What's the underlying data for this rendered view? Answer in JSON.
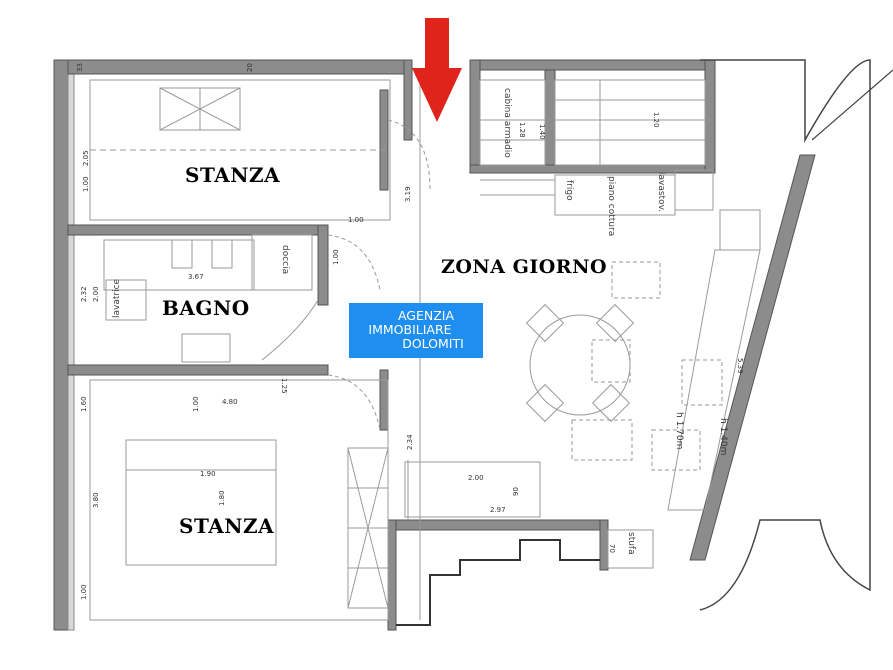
{
  "rooms": {
    "stanza_top": "STANZA",
    "bagno": "BAGNO",
    "zona_giorno": "ZONA GIORNO",
    "stanza_bottom": "STANZA"
  },
  "badge": {
    "line1": "AGENZIA",
    "line2": "IMMOBILIARE",
    "line3": "DOLOMITI"
  },
  "fixtures": {
    "doccia": "doccia",
    "lavatrice": "lavatrice",
    "cabina_armadio": "cabina armadio",
    "frigo": "frigo",
    "piano_cottura": "piano cottura",
    "lavastoviglie": "lavastov.",
    "stufa": "stufa"
  },
  "dimensions": {
    "d_2_05": "2.05",
    "d_1_00_a": "1.00",
    "d_3_19": "3.19",
    "d_1_00_b": "1.00",
    "d_1_00_c": "1.00",
    "d_2_32": "2.32",
    "d_2_00_v": "2.00",
    "d_3_67": "3.67",
    "d_1_25": "1.25",
    "d_1_60": "1.60",
    "d_4_80": "4.80",
    "d_1_00_d": "1.00",
    "d_1_90": "1.90",
    "d_1_80": "1.80",
    "d_3_80": "3.80",
    "d_1_00_e": "1.00",
    "d_2_34": "2.34",
    "d_2_00_h": "2.00",
    "d_90": "90",
    "d_2_97": "2.97",
    "d_1_28": "1.28",
    "d_1_40": "1.40",
    "d_1_20": "1.20",
    "d_5_39": "5.39",
    "d_h170": "h 1.70m",
    "d_h140": "h 1.40m",
    "d_70": "70",
    "d_33": "33",
    "d_20": "20"
  },
  "colors": {
    "wall": "#8c8c8c",
    "wall_dark": "#555555",
    "line": "#9a9a9a",
    "arrow": "#e0241c",
    "badge": "#1e8ff0"
  }
}
